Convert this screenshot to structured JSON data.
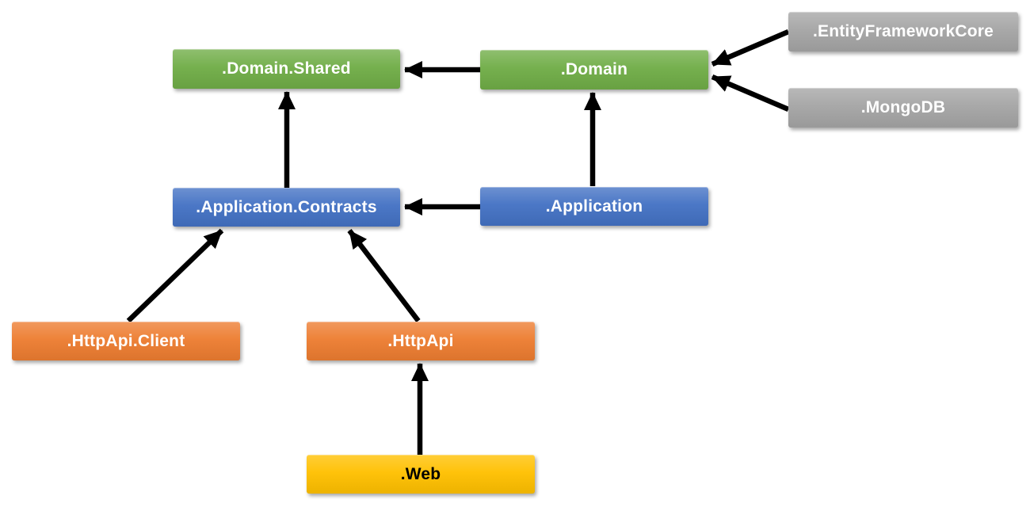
{
  "diagram": {
    "kind": "module-dependency-diagram",
    "nodes": {
      "domain_shared": {
        "label": ".Domain.Shared",
        "color": "#70AD47"
      },
      "domain": {
        "label": ".Domain",
        "color": "#70AD47"
      },
      "entity_framework_core": {
        "label": ".EntityFrameworkCore",
        "color": "#A5A5A5"
      },
      "mongodb": {
        "label": ".MongoDB",
        "color": "#A5A5A5"
      },
      "application_contracts": {
        "label": ".Application.Contracts",
        "color": "#4472C4"
      },
      "application": {
        "label": ".Application",
        "color": "#4472C4"
      },
      "httpapi_client": {
        "label": ".HttpApi.Client",
        "color": "#ED7D31"
      },
      "httpapi": {
        "label": ".HttpApi",
        "color": "#ED7D31"
      },
      "web": {
        "label": ".Web",
        "color": "#FFC000",
        "text_color": "#000000"
      }
    },
    "edges": [
      {
        "from": ".Domain",
        "to": ".Domain.Shared"
      },
      {
        "from": ".EntityFrameworkCore",
        "to": ".Domain"
      },
      {
        "from": ".MongoDB",
        "to": ".Domain"
      },
      {
        "from": ".Application",
        "to": ".Domain"
      },
      {
        "from": ".Application",
        "to": ".Application.Contracts"
      },
      {
        "from": ".Application.Contracts",
        "to": ".Domain.Shared"
      },
      {
        "from": ".HttpApi.Client",
        "to": ".Application.Contracts"
      },
      {
        "from": ".HttpApi",
        "to": ".Application.Contracts"
      },
      {
        "from": ".Web",
        "to": ".HttpApi"
      }
    ],
    "colors": {
      "green": "#70AD47",
      "blue": "#4472C4",
      "orange": "#ED7D31",
      "gray": "#A5A5A5",
      "yellow": "#FFC000",
      "arrow": "#000000",
      "background": "#FFFFFF",
      "label_text": "#FFFFFF",
      "web_text": "#000000"
    }
  }
}
